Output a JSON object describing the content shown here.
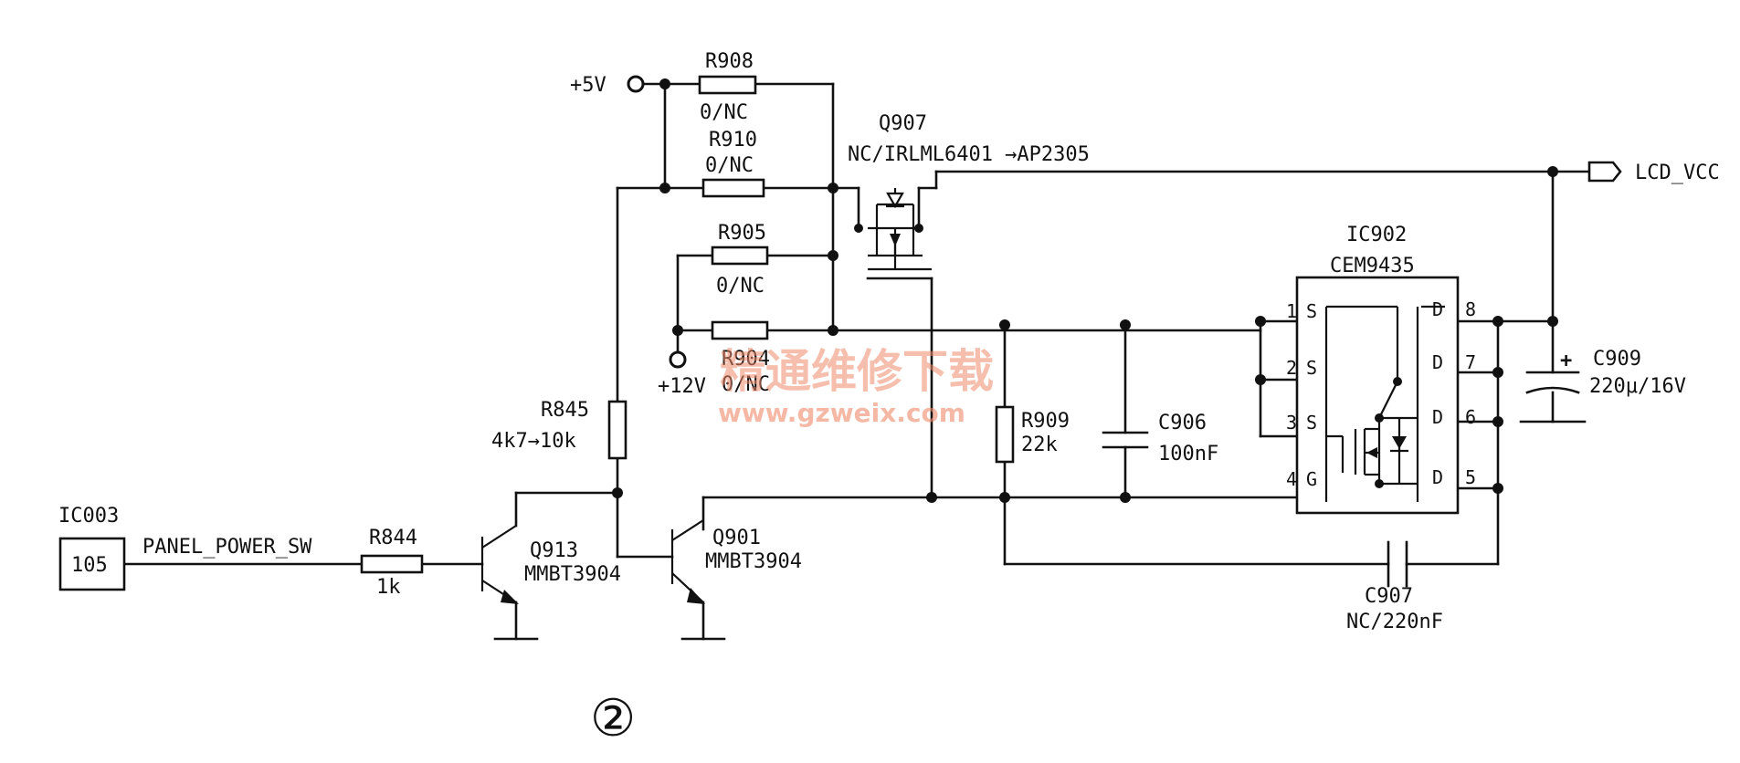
{
  "labels": {
    "plus5v": "+5V",
    "plus12v": "+12V",
    "lcd_vcc": "LCD_VCC",
    "panel_power_sw": "PANEL_POWER_SW",
    "figure_mark": "②"
  },
  "watermark": {
    "cn": "精通维修下载",
    "url": "www.gzweix.com"
  },
  "components": {
    "r908": {
      "ref": "R908",
      "value": "0/NC"
    },
    "r910": {
      "ref": "R910",
      "value": "0/NC"
    },
    "r905": {
      "ref": "R905",
      "value": "0/NC"
    },
    "r904": {
      "ref": "R904",
      "value": "0/NC"
    },
    "r845": {
      "ref": "R845",
      "value": "4k7→10k"
    },
    "r844": {
      "ref": "R844",
      "value": "1k"
    },
    "r909": {
      "ref": "R909",
      "value": "22k"
    },
    "c906": {
      "ref": "C906",
      "value": "100nF"
    },
    "c907": {
      "ref": "C907",
      "value": "NC/220nF"
    },
    "c909": {
      "ref": "C909",
      "value": "220μ/16V"
    },
    "q907": {
      "ref": "Q907",
      "value": "NC/IRLML6401 →AP2305"
    },
    "q913": {
      "ref": "Q913",
      "value": "MMBT3904"
    },
    "q901": {
      "ref": "Q901",
      "value": "MMBT3904"
    },
    "ic902": {
      "ref": "IC902",
      "value": "CEM9435"
    },
    "ic003": {
      "ref": "IC003",
      "value": "105"
    }
  },
  "ic902_pins": {
    "p1": "1",
    "p1name": "S",
    "p2": "2",
    "p2name": "S",
    "p3": "3",
    "p3name": "S",
    "p4": "4",
    "p4name": "G",
    "p5": "5",
    "p5name": "D",
    "p6": "6",
    "p6name": "D",
    "p7": "7",
    "p7name": "D",
    "p8": "8",
    "p8name": "D"
  }
}
